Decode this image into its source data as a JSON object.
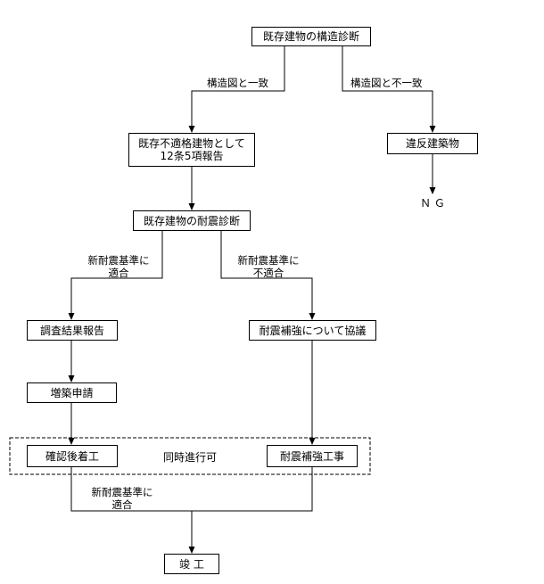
{
  "nodes": {
    "start": "既存建物の構造診断",
    "report12_line1": "既存不適格建物として",
    "report12_line2": "12条5項報告",
    "illegal": "違反建築物",
    "ng": "Ｎ Ｇ",
    "seismic_diag": "既存建物の耐震診断",
    "survey_report": "調査結果報告",
    "consult": "耐震補強について協議",
    "extension": "増築申請",
    "confirm_start": "確認後着工",
    "reinforce_work": "耐震補強工事",
    "completion": "竣 工"
  },
  "labels": {
    "match_plan": "構造図と一致",
    "mismatch_plan": "構造図と不一致",
    "conform_l1": "新耐震基準に",
    "conform_l2": "適合",
    "nonconform_l1": "新耐震基準に",
    "nonconform_l2": "不適合",
    "simultaneous": "同時進行可",
    "final_l1": "新耐震基準に",
    "final_l2": "適合"
  }
}
